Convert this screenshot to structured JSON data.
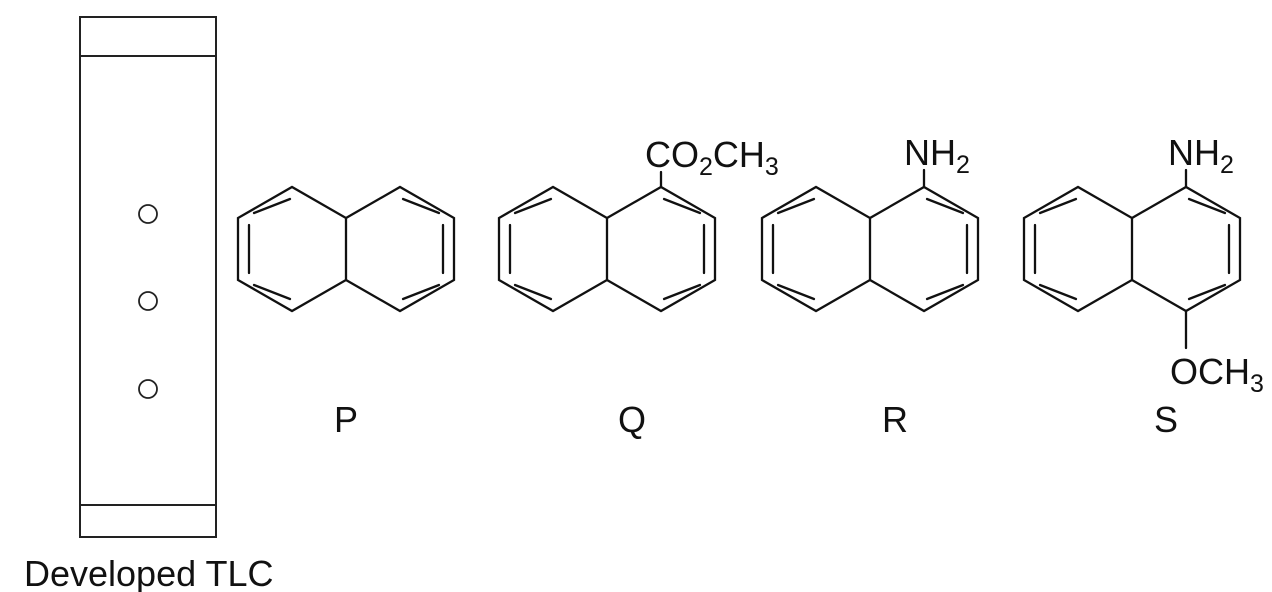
{
  "tlc": {
    "caption": "Developed TLC",
    "spot_count": 3
  },
  "compounds": [
    {
      "label": "P",
      "substituents": []
    },
    {
      "label": "Q",
      "substituents": [
        {
          "position": "top",
          "parts": [
            {
              "t": "CO"
            },
            {
              "s": "2"
            },
            {
              "t": "CH"
            },
            {
              "s": "3"
            }
          ]
        }
      ]
    },
    {
      "label": "R",
      "substituents": [
        {
          "position": "top",
          "parts": [
            {
              "t": "NH"
            },
            {
              "s": "2"
            }
          ]
        }
      ]
    },
    {
      "label": "S",
      "substituents": [
        {
          "position": "top",
          "parts": [
            {
              "t": "NH"
            },
            {
              "s": "2"
            }
          ]
        },
        {
          "position": "bottom",
          "parts": [
            {
              "t": "OCH"
            },
            {
              "s": "3"
            }
          ]
        }
      ]
    }
  ],
  "colors": {
    "ink": "#111111",
    "background": "#ffffff"
  }
}
